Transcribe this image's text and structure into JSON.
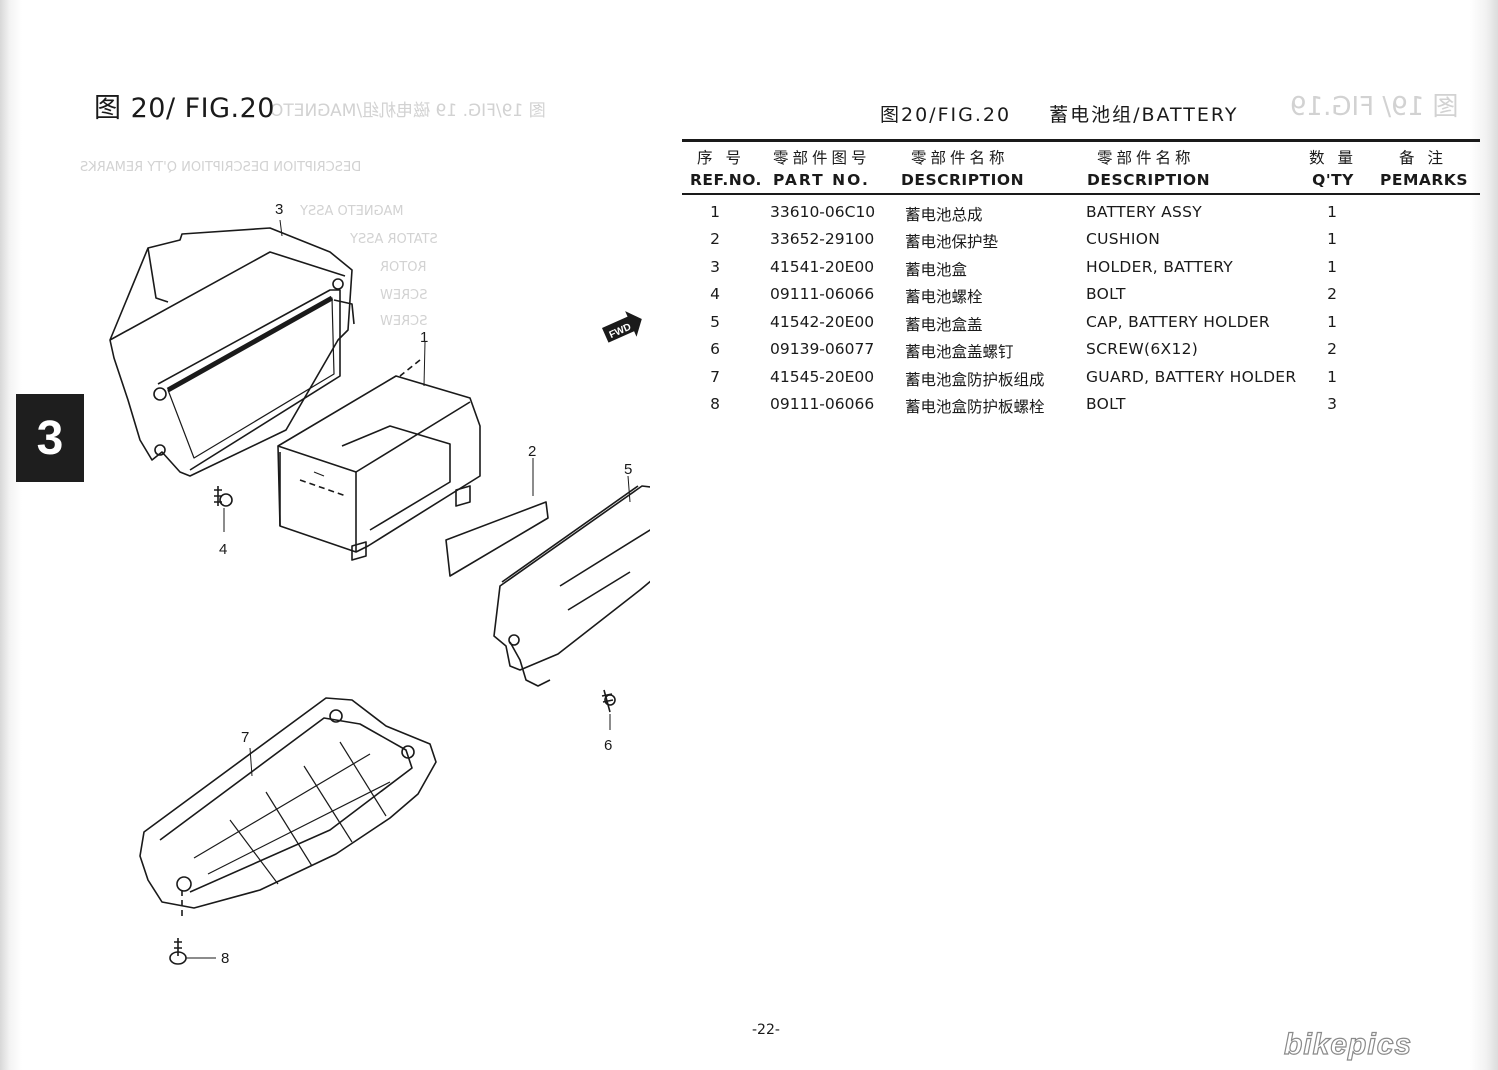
{
  "page": {
    "fig_title": "图 20/ FIG.20",
    "section_number": "3",
    "table_title_cn": "图20/FIG.20",
    "table_title_en": "蓄电池组/BATTERY",
    "page_number": "-22-",
    "watermark": "bikepics"
  },
  "table": {
    "headers": [
      {
        "cn": "序 号",
        "en": "REF.NO."
      },
      {
        "cn": "零部件图号",
        "en": "PART NO."
      },
      {
        "cn": "零部件名称",
        "en": "DESCRIPTION"
      },
      {
        "cn": "零部件名称",
        "en": "DESCRIPTION"
      },
      {
        "cn": "数 量",
        "en": "Q'TY"
      },
      {
        "cn": "备 注",
        "en": "PEMARKS"
      }
    ],
    "rows": [
      {
        "ref": "1",
        "part_no": "33610-06C10",
        "name_cn": "蓄电池总成",
        "name_en": "BATTERY ASSY",
        "qty": "1"
      },
      {
        "ref": "2",
        "part_no": "33652-29100",
        "name_cn": "蓄电池保护垫",
        "name_en": "CUSHION",
        "qty": "1"
      },
      {
        "ref": "3",
        "part_no": "41541-20E00",
        "name_cn": "蓄电池盒",
        "name_en": "HOLDER, BATTERY",
        "qty": "1"
      },
      {
        "ref": "4",
        "part_no": "09111-06066",
        "name_cn": "蓄电池螺栓",
        "name_en": "BOLT",
        "qty": "2"
      },
      {
        "ref": "5",
        "part_no": "41542-20E00",
        "name_cn": "蓄电池盒盖",
        "name_en": "CAP, BATTERY HOLDER",
        "qty": "1"
      },
      {
        "ref": "6",
        "part_no": "09139-06077",
        "name_cn": "蓄电池盒盖螺钉",
        "name_en": "SCREW(6X12)",
        "qty": "2"
      },
      {
        "ref": "7",
        "part_no": "41545-20E00",
        "name_cn": "蓄电池盒防护板组成",
        "name_en": "GUARD, BATTERY HOLDER",
        "qty": "1"
      },
      {
        "ref": "8",
        "part_no": "09111-06066",
        "name_cn": "蓄电池盒防护板螺栓",
        "name_en": "BOLT",
        "qty": "3"
      }
    ]
  },
  "diagram": {
    "callouts": [
      "1",
      "2",
      "3",
      "4",
      "5",
      "6",
      "7",
      "8"
    ],
    "fwd_label": "FWD"
  },
  "show_through": {
    "fig_title": "图 19/ FIG.19",
    "table_title": "图 19/FIG. 19    磁电机组/MAGNETO",
    "header": "DESCRIPTION   DESCRIPTION   Q'TY   REMARKS",
    "lines": [
      "MAGNETO ASSY",
      "STATOR ASSY",
      "ROTOR",
      "SCREW",
      "SCREW"
    ]
  }
}
